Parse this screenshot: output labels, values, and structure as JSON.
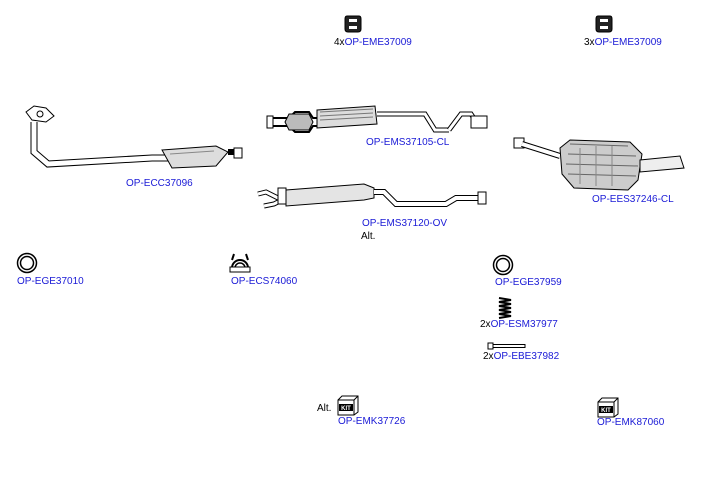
{
  "colors": {
    "link": "#1a1ad6",
    "stroke": "#000000",
    "fill_light": "#e8e8e8",
    "fill_dark": "#9a9a9a"
  },
  "parts": [
    {
      "id": "hanger-1",
      "icon": "rubber-hanger-icon",
      "qty": "4x",
      "code": "OP-EME37009"
    },
    {
      "id": "hanger-2",
      "icon": "rubber-hanger-icon",
      "qty": "3x",
      "code": "OP-EME37009"
    },
    {
      "id": "center-muffler",
      "icon": "center-muffler-icon",
      "code": "OP-EMS37105-CL"
    },
    {
      "id": "catalytic",
      "icon": "catalytic-converter-icon",
      "code": "OP-ECC37096"
    },
    {
      "id": "rear-muffler",
      "icon": "rear-muffler-icon",
      "code": "OP-EES37246-CL"
    },
    {
      "id": "middle-silencer",
      "icon": "middle-silencer-icon",
      "code": "OP-EMS37120-OV",
      "note": "Alt."
    },
    {
      "id": "gasket-1",
      "icon": "gasket-ring-icon",
      "code": "OP-EGE37010"
    },
    {
      "id": "clamp",
      "icon": "clamp-icon",
      "code": "OP-ECS74060"
    },
    {
      "id": "gasket-2",
      "icon": "gasket-ring-icon",
      "code": "OP-EGE37959"
    },
    {
      "id": "spring",
      "icon": "spring-icon",
      "qty": "2x",
      "code": "OP-ESM37977"
    },
    {
      "id": "bolt",
      "icon": "bolt-icon",
      "qty": "2x",
      "code": "OP-EBE37982"
    },
    {
      "id": "kit-1",
      "icon": "kit-box-icon",
      "prefix": "Alt.",
      "code": "OP-EMK37726",
      "kit_text": "KIT"
    },
    {
      "id": "kit-2",
      "icon": "kit-box-icon",
      "code": "OP-EMK87060",
      "kit_text": "KIT"
    }
  ]
}
